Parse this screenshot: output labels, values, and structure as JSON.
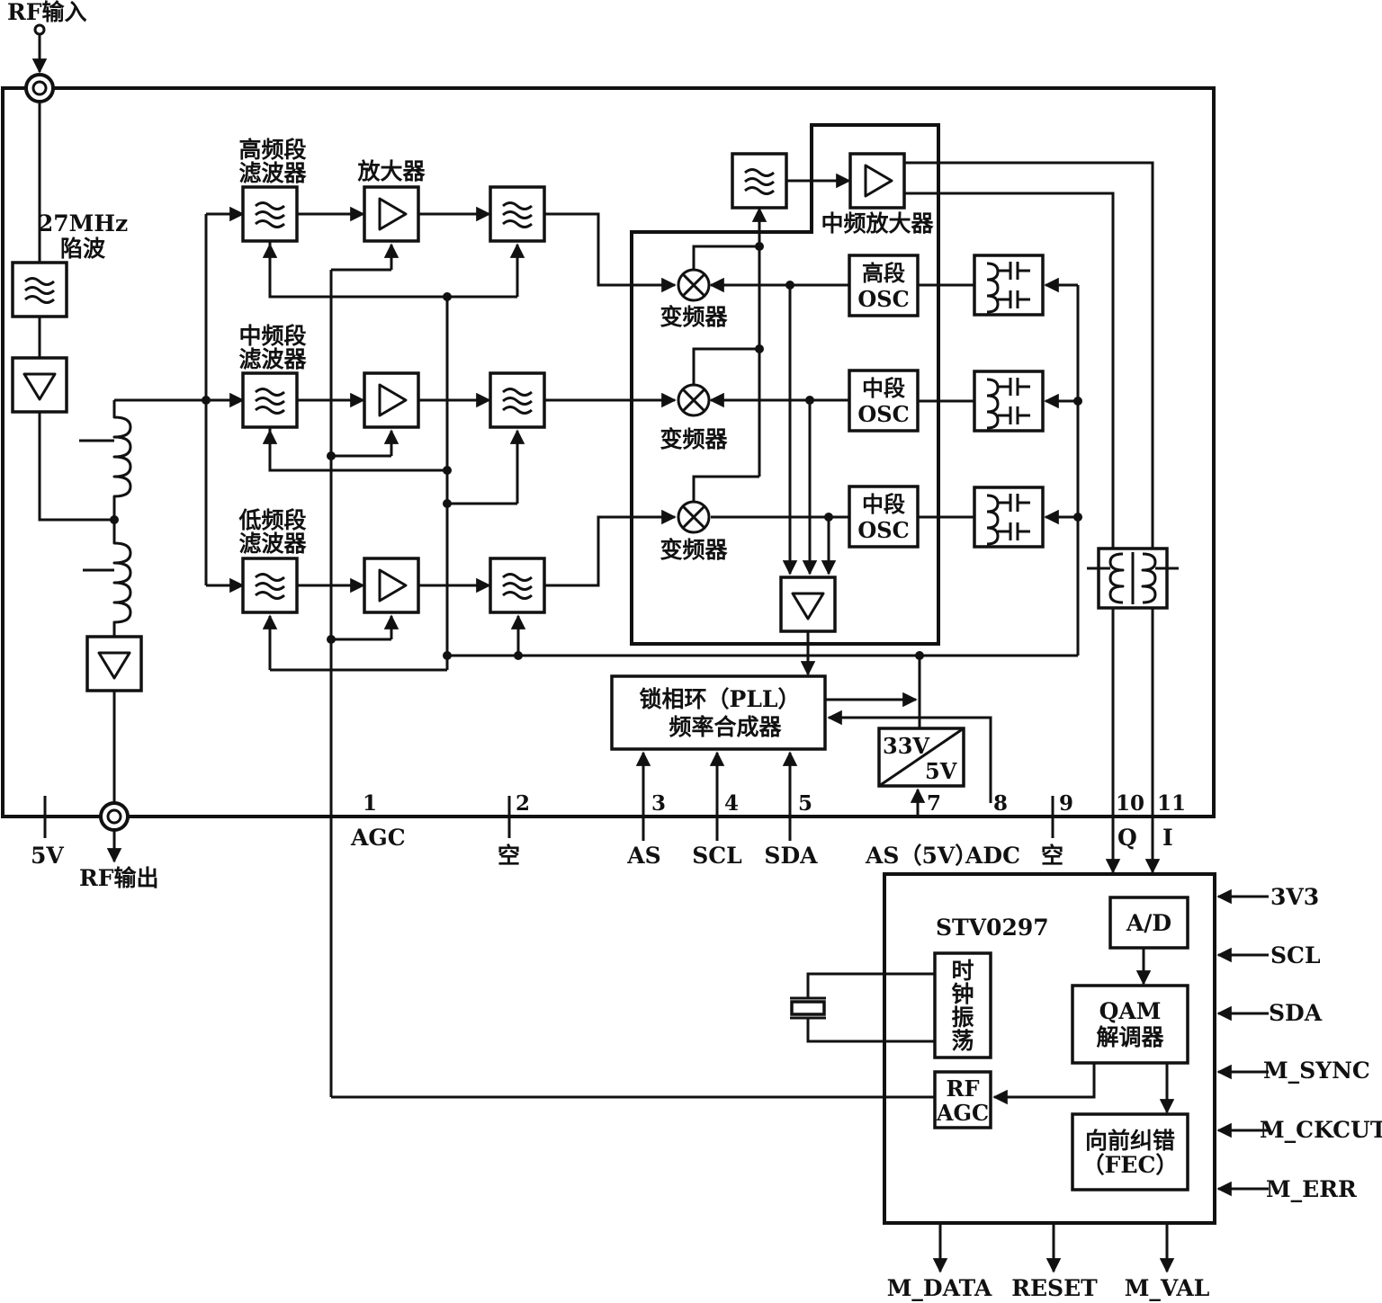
{
  "diagram": {
    "rf_input": "RF输入",
    "rf_output": "RF输出",
    "notch_filter": "27MHz\n陷波",
    "band_filters": {
      "high": "高频段\n滤波器",
      "mid": "中频段\n滤波器",
      "low": "低频段\n滤波器"
    },
    "amplifier": "放大器",
    "mixers": [
      "变频器",
      "变频器",
      "变频器"
    ],
    "if_amplifier": "中频放大器",
    "oscillators": {
      "high": "高段\nOSC",
      "mid": "中段\nOSC",
      "low": "中段\nOSC"
    },
    "pll": "锁相环（PLL）\n频率合成器",
    "regulator": {
      "in": "33V",
      "out": "5V"
    },
    "supply_label": "5V",
    "pins": [
      {
        "num": "1",
        "label": "AGC"
      },
      {
        "num": "2",
        "label": "空"
      },
      {
        "num": "3",
        "label": "AS"
      },
      {
        "num": "4",
        "label": "SCL"
      },
      {
        "num": "5",
        "label": "SDA"
      },
      {
        "num": "7",
        "label": "AS（5V）"
      },
      {
        "num": "8",
        "label": "ADC"
      },
      {
        "num": "9",
        "label": "空"
      },
      {
        "num": "10",
        "label": "Q"
      },
      {
        "num": "11",
        "label": "I"
      }
    ],
    "demod": {
      "chip": "STV0297",
      "ad": "A/D",
      "qam": "QAM\n解调器",
      "clock": "时\n钟\n振\n荡",
      "rf_agc": "RF\nAGC",
      "fec": "向前纠错\n（FEC）",
      "inputs": [
        "3V3",
        "SCL",
        "SDA",
        "M_SYNC",
        "M_CKCUT",
        "M_ERR"
      ],
      "outputs": [
        "M_DATA",
        "RESET",
        "M_VAL"
      ]
    }
  }
}
